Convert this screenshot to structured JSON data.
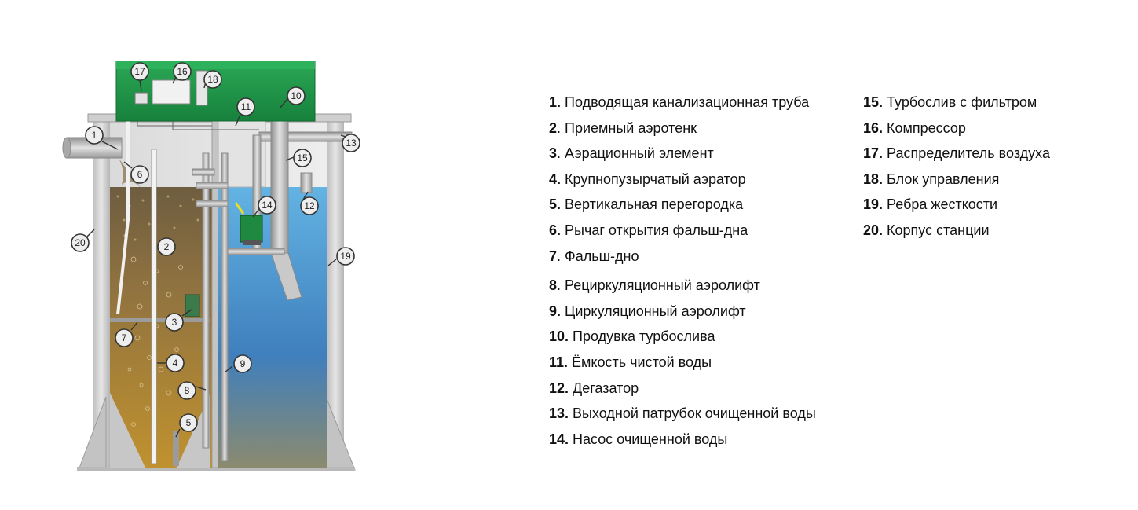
{
  "legend_left": [
    {
      "num": "1.",
      "label": "Подводящая канализационная труба"
    },
    {
      "num": "2",
      "label": ". Приемный аэротенк"
    },
    {
      "num": "3",
      "label": ". Аэрационный элемент"
    },
    {
      "num": "4.",
      "label": "Крупнопузырчатый аэратор"
    },
    {
      "num": "5.",
      "label": "Вертикальная перегородка"
    },
    {
      "num": "6.",
      "label": "Рычаг открытия фальш-дна"
    },
    {
      "num": "7",
      "label": ". Фальш-дно"
    },
    {
      "num": "8",
      "label": ". Рециркуляционный аэролифт"
    },
    {
      "num": "9.",
      "label": "Циркуляционный аэролифт"
    },
    {
      "num": "10.",
      "label": "Продувка турбослива"
    },
    {
      "num": "11.",
      "label": "Ёмкость чистой воды"
    },
    {
      "num": "12.",
      "label": "Дегазатор"
    },
    {
      "num": "13.",
      "label": "Выходной патрубок очищенной воды"
    },
    {
      "num": "14.",
      "label": "Насос очищенной воды"
    }
  ],
  "legend_right": [
    {
      "num": "15.",
      "label": "Турбослив с фильтром"
    },
    {
      "num": "16.",
      "label": "Компрессор"
    },
    {
      "num": "17.",
      "label": "Распределитель воздуха"
    },
    {
      "num": "18.",
      "label": "Блок управления"
    },
    {
      "num": "19.",
      "label": "Ребра жесткости"
    },
    {
      "num": "20.",
      "label": "Корпус станции"
    }
  ],
  "callouts": [
    "1",
    "2",
    "3",
    "4",
    "5",
    "6",
    "7",
    "8",
    "9",
    "10",
    "11",
    "12",
    "13",
    "14",
    "15",
    "16",
    "17",
    "18",
    "19",
    "20"
  ],
  "colors": {
    "lid": "#1f9a4a",
    "tank_wall": "#c9c9c9",
    "sludge_top": "#6b5a3e",
    "sludge_bottom": "#c0912e",
    "clean_water_top": "#5aa7d8",
    "clean_water_bottom": "#8a8a70",
    "pump": "#1f8a3f"
  }
}
